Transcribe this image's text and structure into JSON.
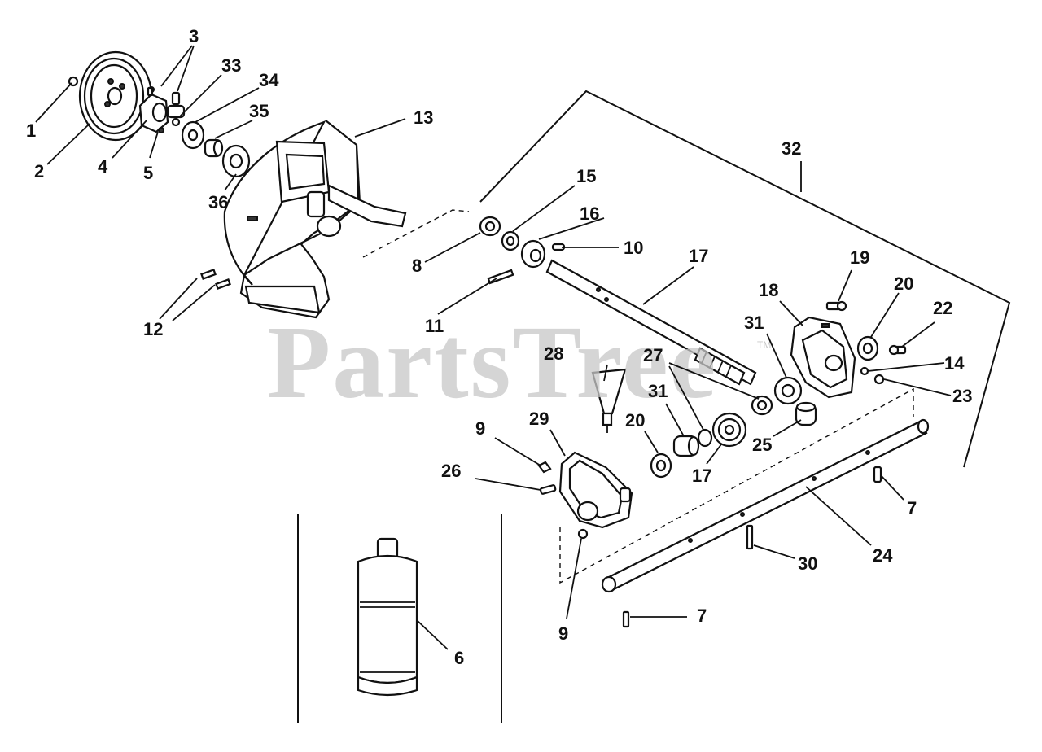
{
  "watermark": {
    "text": "PartsTree",
    "trademark": "TM"
  },
  "callouts": [
    {
      "id": "c1",
      "label": "1"
    },
    {
      "id": "c2",
      "label": "2"
    },
    {
      "id": "c3",
      "label": "3"
    },
    {
      "id": "c4",
      "label": "4"
    },
    {
      "id": "c5",
      "label": "5"
    },
    {
      "id": "c6",
      "label": "6"
    },
    {
      "id": "c7a",
      "label": "7"
    },
    {
      "id": "c7b",
      "label": "7"
    },
    {
      "id": "c8",
      "label": "8"
    },
    {
      "id": "c9a",
      "label": "9"
    },
    {
      "id": "c9b",
      "label": "9"
    },
    {
      "id": "c10",
      "label": "10"
    },
    {
      "id": "c11",
      "label": "11"
    },
    {
      "id": "c12",
      "label": "12"
    },
    {
      "id": "c13",
      "label": "13"
    },
    {
      "id": "c14",
      "label": "14"
    },
    {
      "id": "c15",
      "label": "15"
    },
    {
      "id": "c16",
      "label": "16"
    },
    {
      "id": "c17a",
      "label": "17"
    },
    {
      "id": "c17b",
      "label": "17"
    },
    {
      "id": "c18",
      "label": "18"
    },
    {
      "id": "c19",
      "label": "19"
    },
    {
      "id": "c20a",
      "label": "20"
    },
    {
      "id": "c20b",
      "label": "20"
    },
    {
      "id": "c22",
      "label": "22"
    },
    {
      "id": "c23",
      "label": "23"
    },
    {
      "id": "c24",
      "label": "24"
    },
    {
      "id": "c25",
      "label": "25"
    },
    {
      "id": "c26",
      "label": "26"
    },
    {
      "id": "c27",
      "label": "27"
    },
    {
      "id": "c28",
      "label": "28"
    },
    {
      "id": "c29",
      "label": "29"
    },
    {
      "id": "c30",
      "label": "30"
    },
    {
      "id": "c31a",
      "label": "31"
    },
    {
      "id": "c31b",
      "label": "31"
    },
    {
      "id": "c32",
      "label": "32"
    },
    {
      "id": "c33",
      "label": "33"
    },
    {
      "id": "c34",
      "label": "34"
    },
    {
      "id": "c35",
      "label": "35"
    },
    {
      "id": "c36",
      "label": "36"
    }
  ]
}
